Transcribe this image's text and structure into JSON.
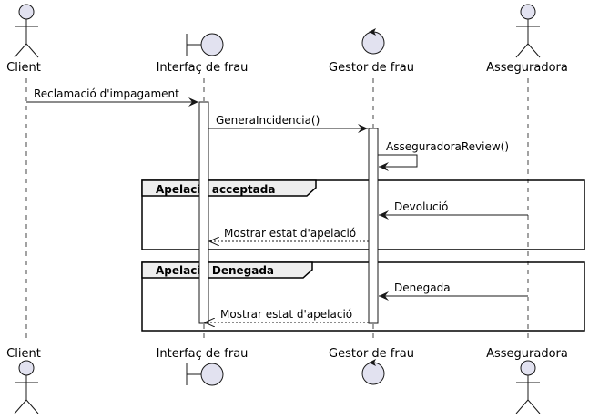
{
  "colors": {
    "participant_fill": "#E2E2F0",
    "stroke": "#181818",
    "lifeline": "#181818",
    "fragment_header_fill": "#EEEEEE",
    "activation_fill": "#FFFFFF"
  },
  "participants": [
    {
      "id": "client",
      "type": "actor",
      "label": "Client"
    },
    {
      "id": "interface",
      "type": "boundary",
      "label": "Interfaç de frau"
    },
    {
      "id": "gestor",
      "type": "control",
      "label": "Gestor de frau"
    },
    {
      "id": "asseguradora",
      "type": "actor",
      "label": "Asseguradora"
    }
  ],
  "messages": [
    {
      "from": "client",
      "to": "interface",
      "label": "Reclamació d'impagament",
      "style": "solid"
    },
    {
      "from": "interface",
      "to": "gestor",
      "label": "GeneraIncidencia()",
      "style": "solid"
    },
    {
      "from": "gestor",
      "to": "gestor",
      "label": "AsseguradoraReview()",
      "style": "solid"
    },
    {
      "from": "asseguradora",
      "to": "gestor",
      "label": "Devolució",
      "style": "solid"
    },
    {
      "from": "gestor",
      "to": "interface",
      "label": "Mostrar estat d'apelació",
      "style": "dashed"
    },
    {
      "from": "asseguradora",
      "to": "gestor",
      "label": "Denegada",
      "style": "solid"
    },
    {
      "from": "gestor",
      "to": "interface",
      "label": "Mostrar estat d'apelació",
      "style": "dashed"
    }
  ],
  "fragments": [
    {
      "label": "Apelació acceptada"
    },
    {
      "label": "Apelació Denegada"
    }
  ]
}
